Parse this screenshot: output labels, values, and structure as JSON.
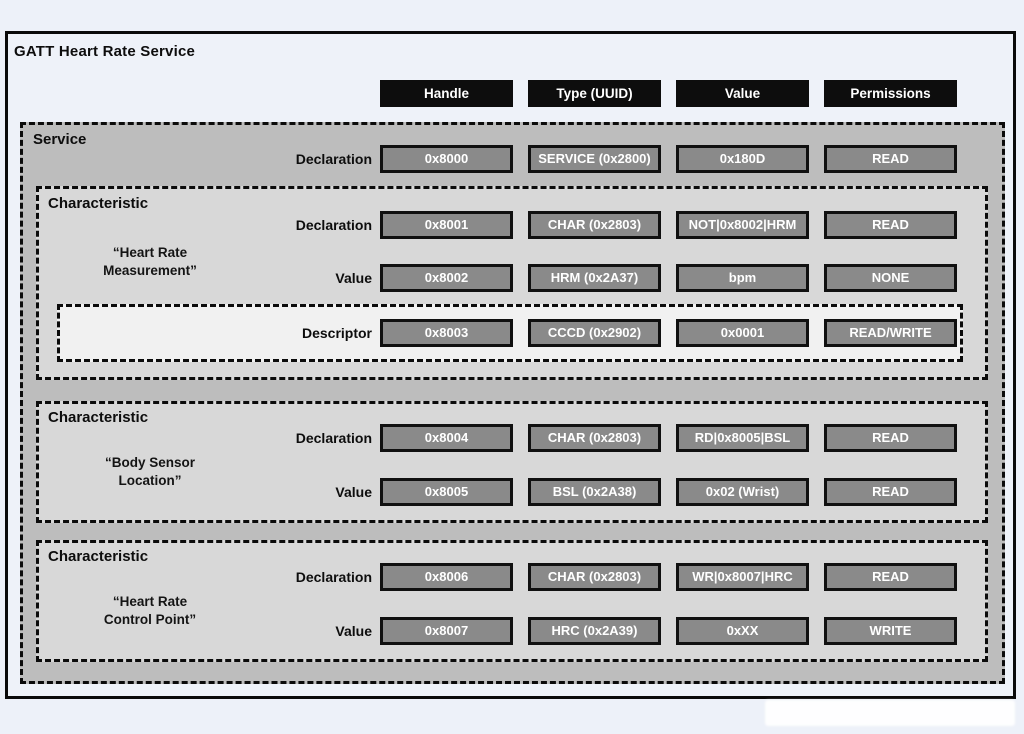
{
  "page": {
    "title": "GATT Heart Rate Service"
  },
  "table": {
    "columns": [
      "Handle",
      "Type (UUID)",
      "Value",
      "Permissions"
    ]
  },
  "service": {
    "label": "Service",
    "declaration": {
      "label": "Declaration",
      "handle": "0x8000",
      "type": "SERVICE (0x2800)",
      "value": "0x180D",
      "permissions": "READ"
    },
    "characteristics": [
      {
        "label": "Characteristic",
        "name": "“Heart Rate Measurement”",
        "name_lines": [
          "“Heart Rate",
          "Measurement”"
        ],
        "declaration": {
          "label": "Declaration",
          "handle": "0x8001",
          "type": "CHAR (0x2803)",
          "value": "NOT|0x8002|HRM",
          "permissions": "READ"
        },
        "value": {
          "label": "Value",
          "handle": "0x8002",
          "type": "HRM (0x2A37)",
          "value": "bpm",
          "permissions": "NONE"
        },
        "descriptor": {
          "label": "Descriptor",
          "handle": "0x8003",
          "type": "CCCD (0x2902)",
          "value": "0x0001",
          "permissions": "READ/WRITE"
        }
      },
      {
        "label": "Characteristic",
        "name": "“Body Sensor Location”",
        "name_lines": [
          "“Body Sensor",
          "Location”"
        ],
        "declaration": {
          "label": "Declaration",
          "handle": "0x8004",
          "type": "CHAR (0x2803)",
          "value": "RD|0x8005|BSL",
          "permissions": "READ"
        },
        "value": {
          "label": "Value",
          "handle": "0x8005",
          "type": "BSL (0x2A38)",
          "value": "0x02 (Wrist)",
          "permissions": "READ"
        }
      },
      {
        "label": "Characteristic",
        "name": "“Heart Rate Control Point”",
        "name_lines": [
          "“Heart Rate",
          "Control Point”"
        ],
        "declaration": {
          "label": "Declaration",
          "handle": "0x8006",
          "type": "CHAR (0x2803)",
          "value": "WR|0x8007|HRC",
          "permissions": "READ"
        },
        "value": {
          "label": "Value",
          "handle": "0x8007",
          "type": "HRC (0x2A39)",
          "value": "0xXX",
          "permissions": "WRITE"
        }
      }
    ]
  },
  "colors": {
    "page_bg": "#edf1f9",
    "header_bg": "#0d0d0d",
    "cell_bg": "#8a8a8a",
    "service_bg": "#bdbdbd",
    "characteristic_bg": "#d8d8d8",
    "descriptor_bg": "#f1f1f1",
    "border": "#0a0a0a"
  }
}
